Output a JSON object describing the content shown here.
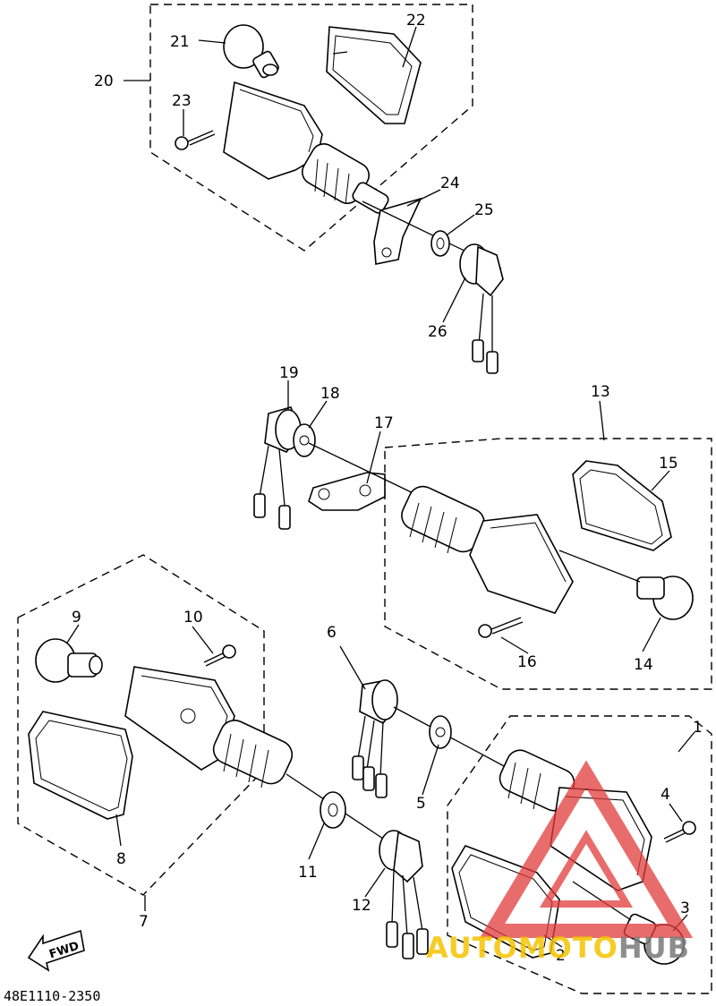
{
  "diagram_code": "48E1110-2350",
  "fwd_label": "FWD",
  "watermark": {
    "auto": "AUTO",
    "moto": "MOTO",
    "hub": "HUB",
    "auto_color": "#f5c400",
    "moto_color": "#f5c400",
    "hub_color": "#7a7a7a",
    "logo_color": "#e23b3b"
  },
  "callouts": [
    "1",
    "2",
    "3",
    "4",
    "5",
    "6",
    "7",
    "8",
    "9",
    "10",
    "11",
    "12",
    "13",
    "14",
    "15",
    "16",
    "17",
    "18",
    "19",
    "20",
    "21",
    "22",
    "23",
    "24",
    "25",
    "26"
  ]
}
